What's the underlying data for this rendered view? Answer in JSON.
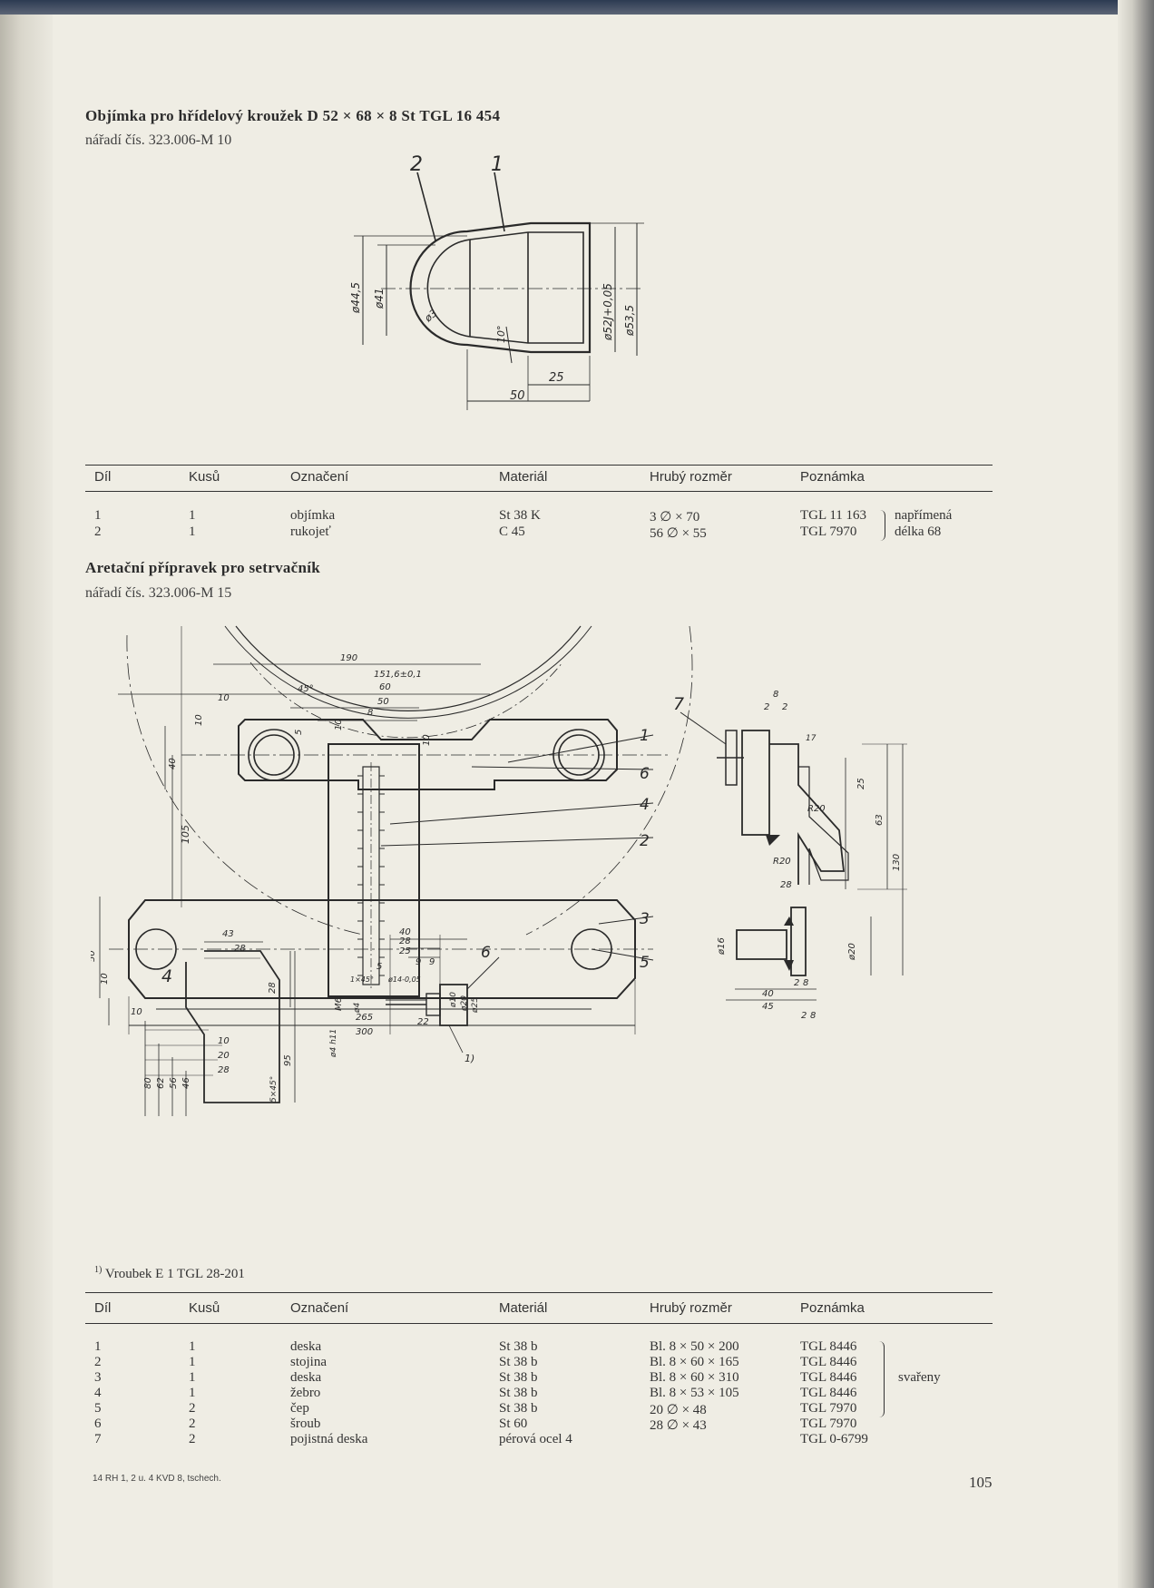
{
  "section1": {
    "title": "Objímka pro hřídelový kroužek D 52 × 68 × 8 St TGL 16 454",
    "tool_number": "nářadí čís. 323.006-M 10",
    "drawing": {
      "part_labels": [
        "2",
        "1"
      ],
      "dims": [
        "ø44,5",
        "ø41",
        "ø3",
        "10°",
        "ø52J+0,05",
        "ø53,5",
        "25",
        "50"
      ]
    },
    "table": {
      "headers": [
        "Díl",
        "Kusů",
        "Označení",
        "Materiál",
        "Hrubý rozměr",
        "Poznámka"
      ],
      "rows": [
        [
          "1",
          "1",
          "objímka",
          "St 38 K",
          "3 ∅ × 70",
          "TGL 11 163"
        ],
        [
          "2",
          "1",
          "rukojeť",
          "C 45",
          "56 ∅ × 55",
          "TGL 7970"
        ]
      ],
      "note_line1": "napřímená",
      "note_line2": "délka 68"
    }
  },
  "section2": {
    "title": "Aretační přípravek pro setrvačník",
    "tool_number": "nářadí čís. 323.006-M 15",
    "drawing": {
      "part_labels": [
        "1",
        "6",
        "4",
        "2",
        "3",
        "5",
        "7",
        "4",
        "6",
        "1)"
      ],
      "dims": [
        "190",
        "151,6±0,1",
        "60",
        "50",
        "45°",
        "8",
        "10",
        "10",
        "10",
        "5",
        "10",
        "40",
        "105",
        "50",
        "10",
        "10",
        "265",
        "300",
        "8",
        "2",
        "2",
        "17",
        "25",
        "63",
        "130",
        "R20",
        "R20",
        "28",
        "ø16",
        "ø20",
        "2",
        "8",
        "40",
        "45",
        "2",
        "8",
        "43",
        "28",
        "28",
        "95",
        "10",
        "20",
        "28",
        "80",
        "62",
        "56",
        "46",
        "5×45°",
        "40",
        "28",
        "25",
        "9",
        "9",
        "5",
        "1×45°",
        "ø14-0,05",
        "M6",
        "ø4",
        "ø10",
        "ø20",
        "ø25",
        "22",
        "ø4 h11"
      ],
      "footnote": "Vroubek E 1 TGL 28-201",
      "footnote_mark": "1)"
    },
    "table": {
      "headers": [
        "Díl",
        "Kusů",
        "Označení",
        "Materiál",
        "Hrubý rozměr",
        "Poznámka"
      ],
      "rows": [
        [
          "1",
          "1",
          "deska",
          "St 38 b",
          "Bl. 8 × 50 × 200",
          "TGL 8446"
        ],
        [
          "2",
          "1",
          "stojina",
          "St 38 b",
          "Bl. 8 × 60 × 165",
          "TGL 8446"
        ],
        [
          "3",
          "1",
          "deska",
          "St 38 b",
          "Bl. 8 × 60 × 310",
          "TGL 8446"
        ],
        [
          "4",
          "1",
          "žebro",
          "St 38 b",
          "Bl. 8 × 53 × 105",
          "TGL 8446"
        ],
        [
          "5",
          "2",
          "čep",
          "St 38 b",
          "20 ∅ × 48",
          "TGL 7970"
        ],
        [
          "6",
          "2",
          "šroub",
          "St 60",
          "28 ∅ × 43",
          "TGL 7970"
        ],
        [
          "7",
          "2",
          "pojistná deska",
          "pérová ocel 4",
          "",
          "TGL 0-6799"
        ]
      ],
      "brace_note": "svařeny"
    }
  },
  "footer": {
    "printer_line": "14  RH 1, 2 u. 4 KVD 8, tschech.",
    "page_number": "105"
  }
}
